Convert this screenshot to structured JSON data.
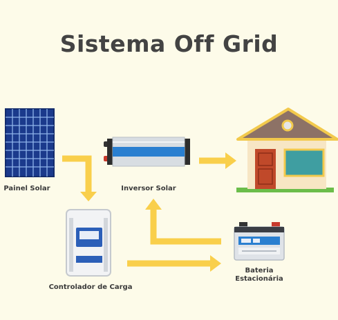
{
  "title": "Sistema Off Grid",
  "components": {
    "solar_panel": "Painel Solar",
    "inverter": "Inversor Solar",
    "controller": "Controlador de Carga",
    "battery_line1": "Bateria",
    "battery_line2": "Estacionária"
  },
  "colors": {
    "background": "#fdfbe9",
    "arrow": "#f9cf4b",
    "title": "#434343",
    "panel": "#1b3a8c",
    "inverter_stripe": "#2a7fd0",
    "roof": "#8d7266",
    "house_wall": "#f7e6c4",
    "door": "#c0492a",
    "window": "#3f9ea1",
    "grass": "#6bbd4a"
  }
}
